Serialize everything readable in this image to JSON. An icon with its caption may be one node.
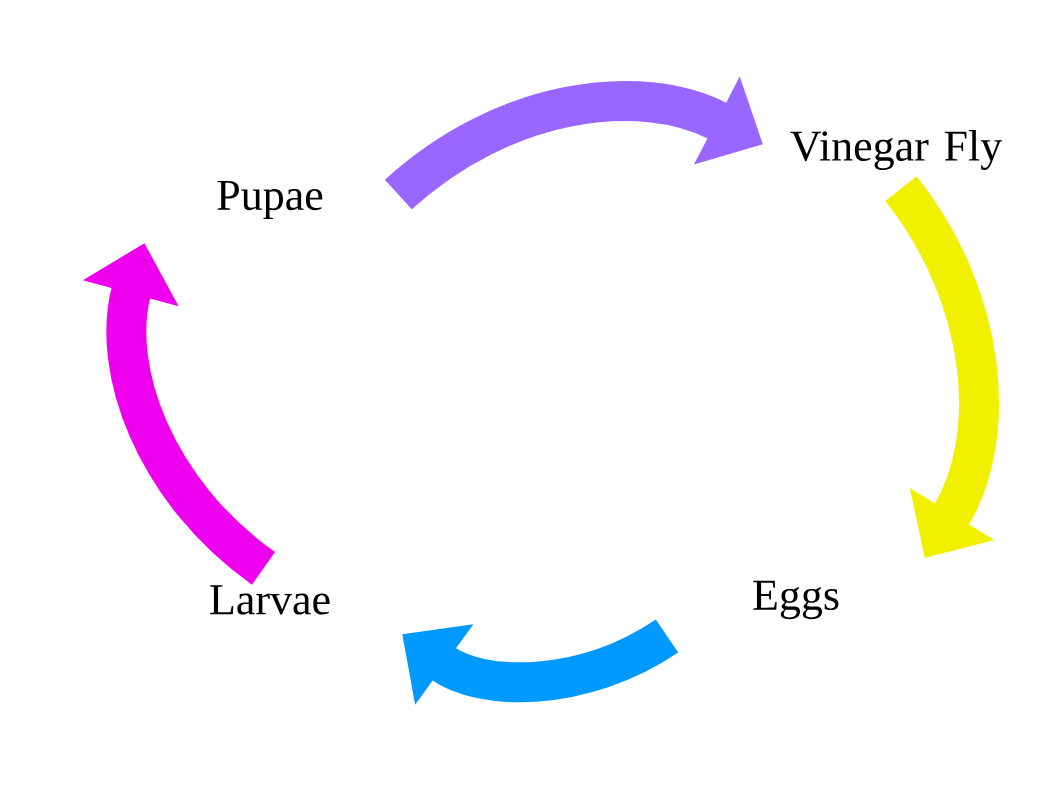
{
  "diagram": {
    "nodes": [
      {
        "text": [
          "Pupae"
        ]
      },
      {
        "text": [
          "Vinegar Fly"
        ]
      },
      {
        "text": [
          "Eggs"
        ]
      },
      {
        "text": [
          "Larvae"
        ]
      }
    ],
    "edges": [
      {
        "from": 0,
        "to": 1,
        "arrow": "to",
        "color": "#9966ff"
      },
      {
        "from": 1,
        "to": 2,
        "arrow": "to",
        "color": "#f0f000"
      },
      {
        "from": 2,
        "to": 3,
        "arrow": "to",
        "color": "#0099ff"
      },
      {
        "from": 3,
        "to": 0,
        "arrow": "to",
        "color": "#ee00ee"
      }
    ]
  }
}
